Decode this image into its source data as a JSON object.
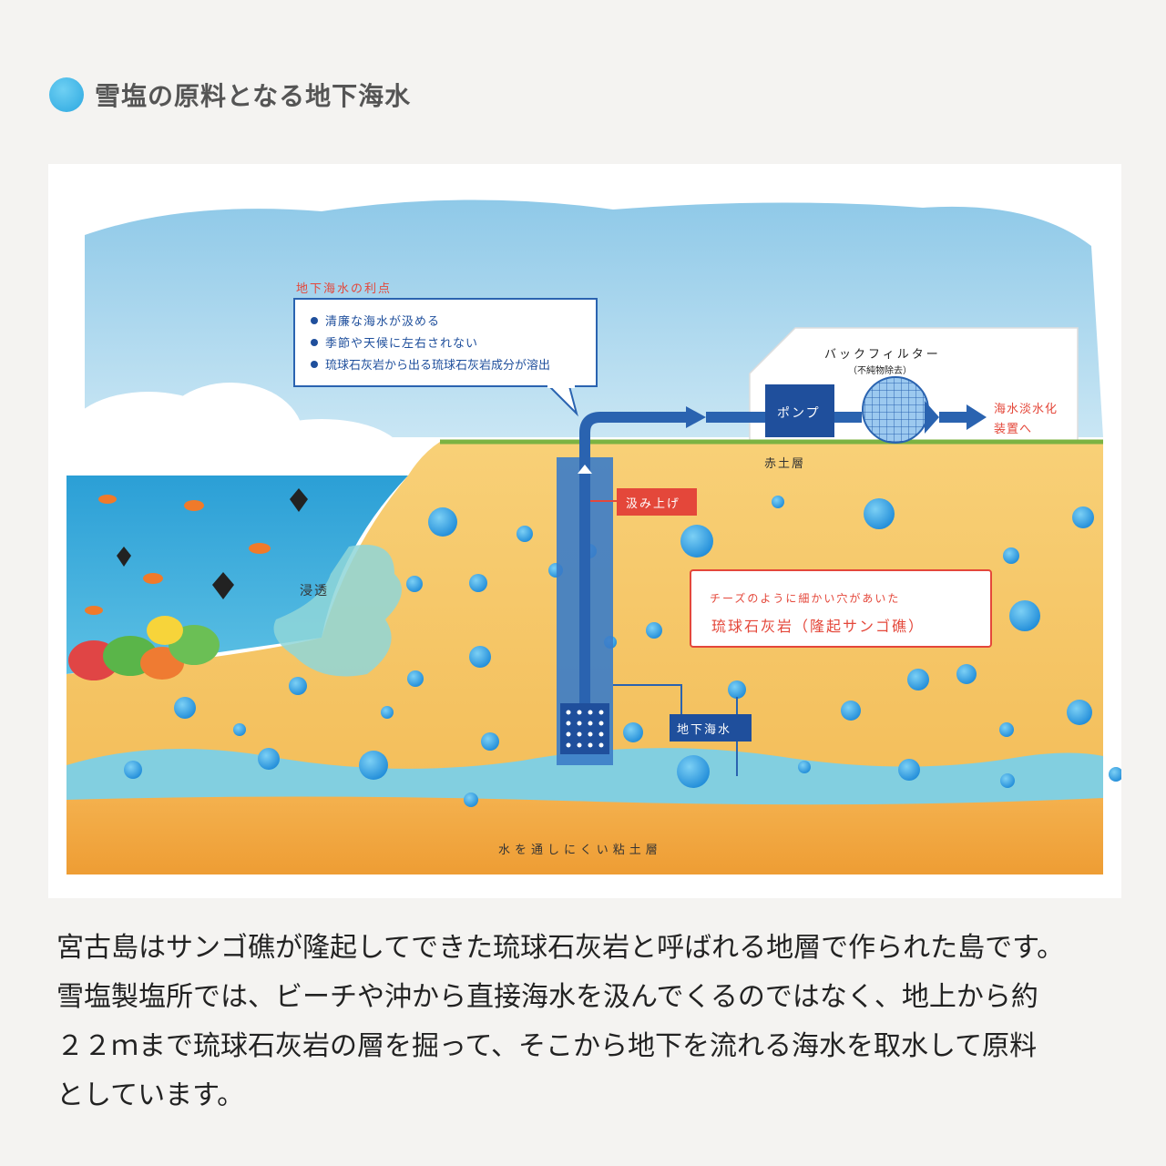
{
  "heading": {
    "title": "雪塩の原料となる地下海水",
    "icon": "water-drop-dot"
  },
  "diagram": {
    "merits_title": "地下海水の利点",
    "merits": [
      "清廉な海水が汲める",
      "季節や天候に左右されない",
      "琉球石灰岩から出る琉球石灰岩成分が溶出"
    ],
    "backfilter_label": "バックフィルター",
    "backfilter_sub": "（不純物除去）",
    "pump_label": "ポンプ",
    "destination_line1": "海水淡水化",
    "destination_line2": "装置へ",
    "red_soil_label": "赤土層",
    "pumping_label": "汲み上げ",
    "permeation_label": "浸透",
    "limestone_caption_line1": "チーズのように細かい穴があいた",
    "limestone_caption_line2": "琉球石灰岩（隆起サンゴ礁）",
    "groundwater_label": "地下海水",
    "clay_label": "水を通しにくい粘土層",
    "colors": {
      "pipe": "#2a63b0",
      "label_box": "#1f4f9c",
      "accent_red": "#e4473a",
      "sand": "#f6c766",
      "sea": "#3aa9d9",
      "clay": "#f2a640",
      "bubble": "#2f9be0"
    }
  },
  "body": {
    "lines": [
      "宮古島はサンゴ礁が隆起してできた琉球石灰岩と呼ばれる地層で作られた島です。",
      "雪塩製塩所では、ビーチや沖から直接海水を汲んでくるのではなく、地上から約",
      "２２ｍまで琉球石灰岩の層を掘って、そこから地下を流れる海水を取水して原料",
      "としています。"
    ]
  }
}
